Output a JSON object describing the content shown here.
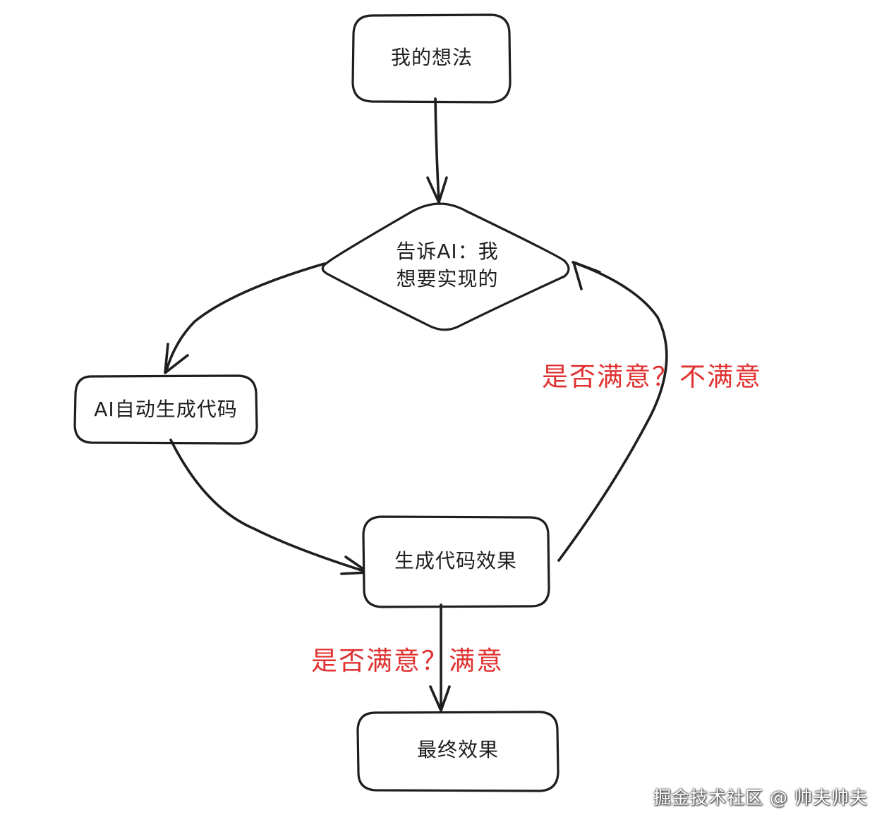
{
  "nodes": {
    "idea": {
      "label": "我的想法"
    },
    "tell_ai": {
      "line1": "告诉AI：我",
      "line2": "想要实现的"
    },
    "ai_generate": {
      "label": "AI自动生成代码"
    },
    "code_result": {
      "label": "生成代码效果"
    },
    "final_result": {
      "label": "最终效果"
    }
  },
  "edges": {
    "not_satisfied_label": "是否满意？不满意",
    "satisfied_label": "是否满意？满意"
  },
  "colors": {
    "stroke": "#1e1e1e",
    "label_red": "#e03131",
    "background": "#ffffff"
  },
  "watermark": "掘金技术社区 @ 帅夫帅夫"
}
